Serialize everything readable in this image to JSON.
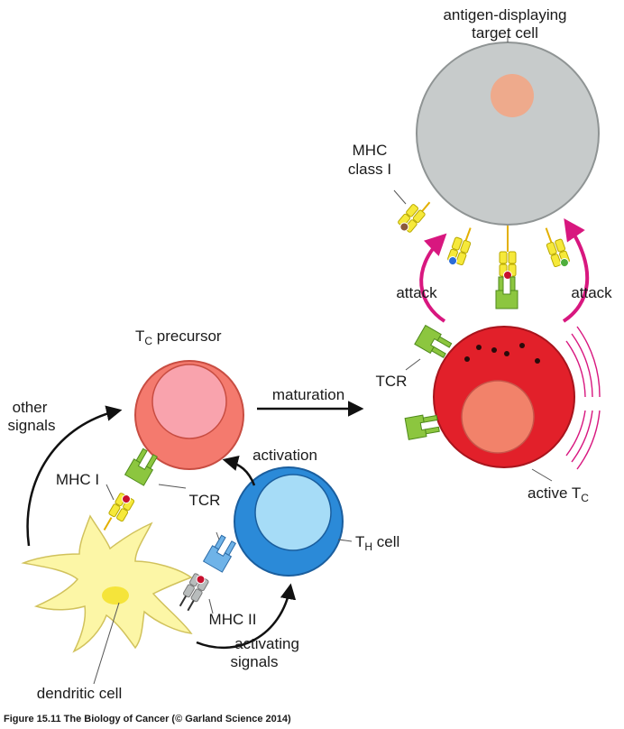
{
  "labels": {
    "target_cell_line1": "antigen-displaying",
    "target_cell_line2": "target cell",
    "mhc_class_i_line1": "MHC",
    "mhc_class_i_line2": "class I",
    "attack_left": "attack",
    "attack_right": "attack",
    "tcr_right": "TCR",
    "active_tc_prefix": "active T",
    "active_tc_sub": "C",
    "tc_precursor_T": "T",
    "tc_precursor_sub": "C",
    "tc_precursor_rest": " precursor",
    "maturation": "maturation",
    "other_signals_line1": "other",
    "other_signals_line2": "signals",
    "activation": "activation",
    "mhc_i": "MHC I",
    "tcr_left": "TCR",
    "th_cell_T": "T",
    "th_cell_sub": "H",
    "th_cell_rest": " cell",
    "mhc_ii": "MHC II",
    "activating_signals_line1": "activating",
    "activating_signals_line2": "signals",
    "dendritic_cell": "dendritic cell"
  },
  "caption": "Figure 15.11 The Biology of Cancer (© Garland Science 2014)",
  "colors": {
    "target_cell": "#c7cbcb",
    "target_nucleus": "#eeaa8c",
    "active_tc": "#e2202a",
    "active_tc_nucleus": "#f2826a",
    "tc_precursor": "#f47a6e",
    "tc_precursor_nucleus": "#f9a3ad",
    "th_cell": "#2b8ad8",
    "th_cell_nucleus": "#a6dcf7",
    "dendritic_cell": "#fcf6a6",
    "tcr_green": "#8cc63f",
    "mhc_yellow": "#f6e93a",
    "arrow_magenta": "#d8177f"
  }
}
